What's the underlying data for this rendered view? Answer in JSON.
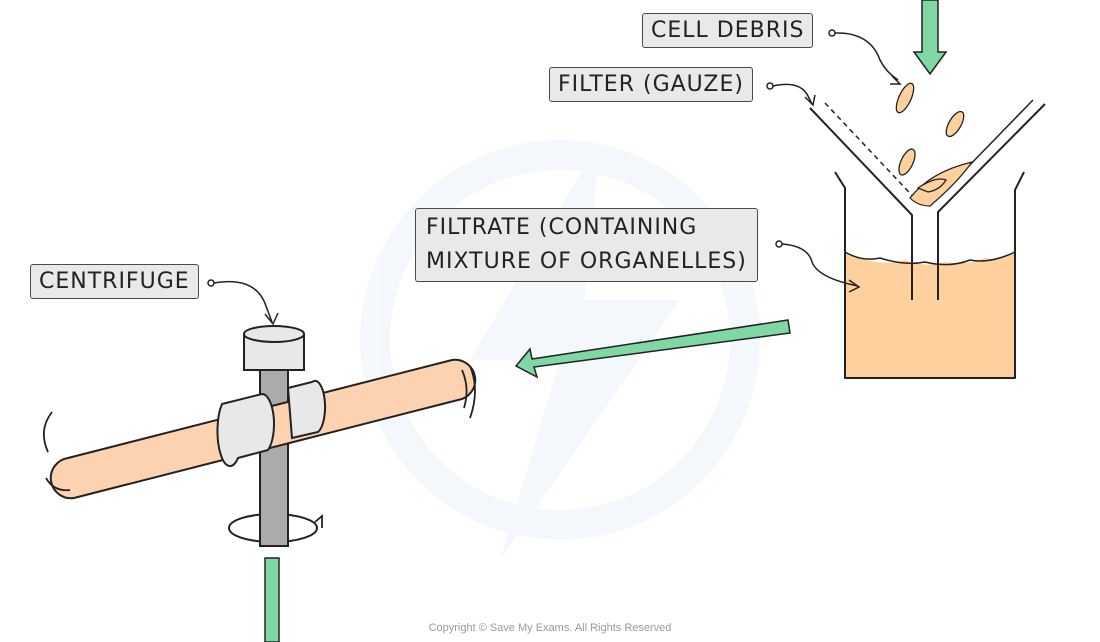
{
  "labels": {
    "cell_debris": "CELL DEBRIS",
    "filter": "FILTER (GAUZE)",
    "filtrate_line1": "FILTRATE (CONTAINING",
    "filtrate_line2": "MIXTURE OF ORGANELLES)",
    "centrifuge": "CENTRIFUGE"
  },
  "copyright": "Copyright © Save My Exams. All Rights Reserved",
  "colors": {
    "liquid": "#fdd09e",
    "tube": "#fcd2b0",
    "arrow": "#7fd8a3",
    "rod": "#ababab",
    "cap": "#e8e8e8",
    "label_bg": "#e9e9e9",
    "outline": "#222222"
  }
}
